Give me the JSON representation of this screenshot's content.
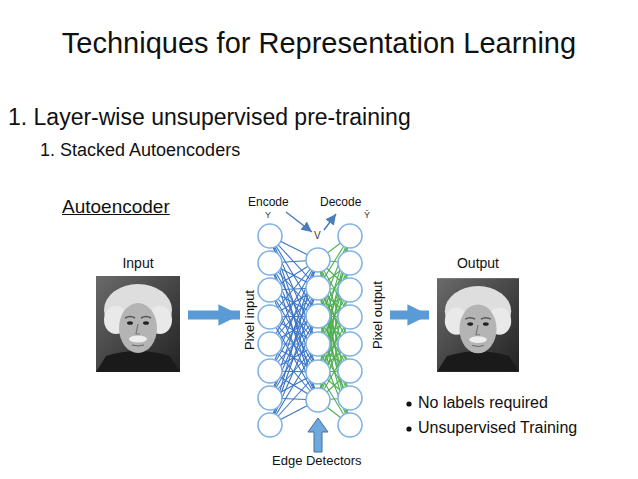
{
  "diagram": {
    "title": "Techniques for Representation Learning",
    "nodes": [
      {
        "text": [
          "Input"
        ]
      },
      {
        "text": [
          "Pixel input",
          "Pixel output"
        ]
      },
      {
        "text": [
          "Output"
        ]
      }
    ],
    "edges": [
      {
        "from": 0,
        "to": 1,
        "arrow": "to"
      },
      {
        "from": 1,
        "to": 2,
        "arrow": "to"
      }
    ],
    "labels": [
      "1. Layer-wise unsupervised pre-training",
      "1. Stacked Autoencoders",
      "Autoencoder",
      "Encode",
      "Decode",
      "Y",
      "V",
      "Ŷ",
      "Edge Detectors",
      "No labels required",
      "Unsupervised Training"
    ]
  }
}
